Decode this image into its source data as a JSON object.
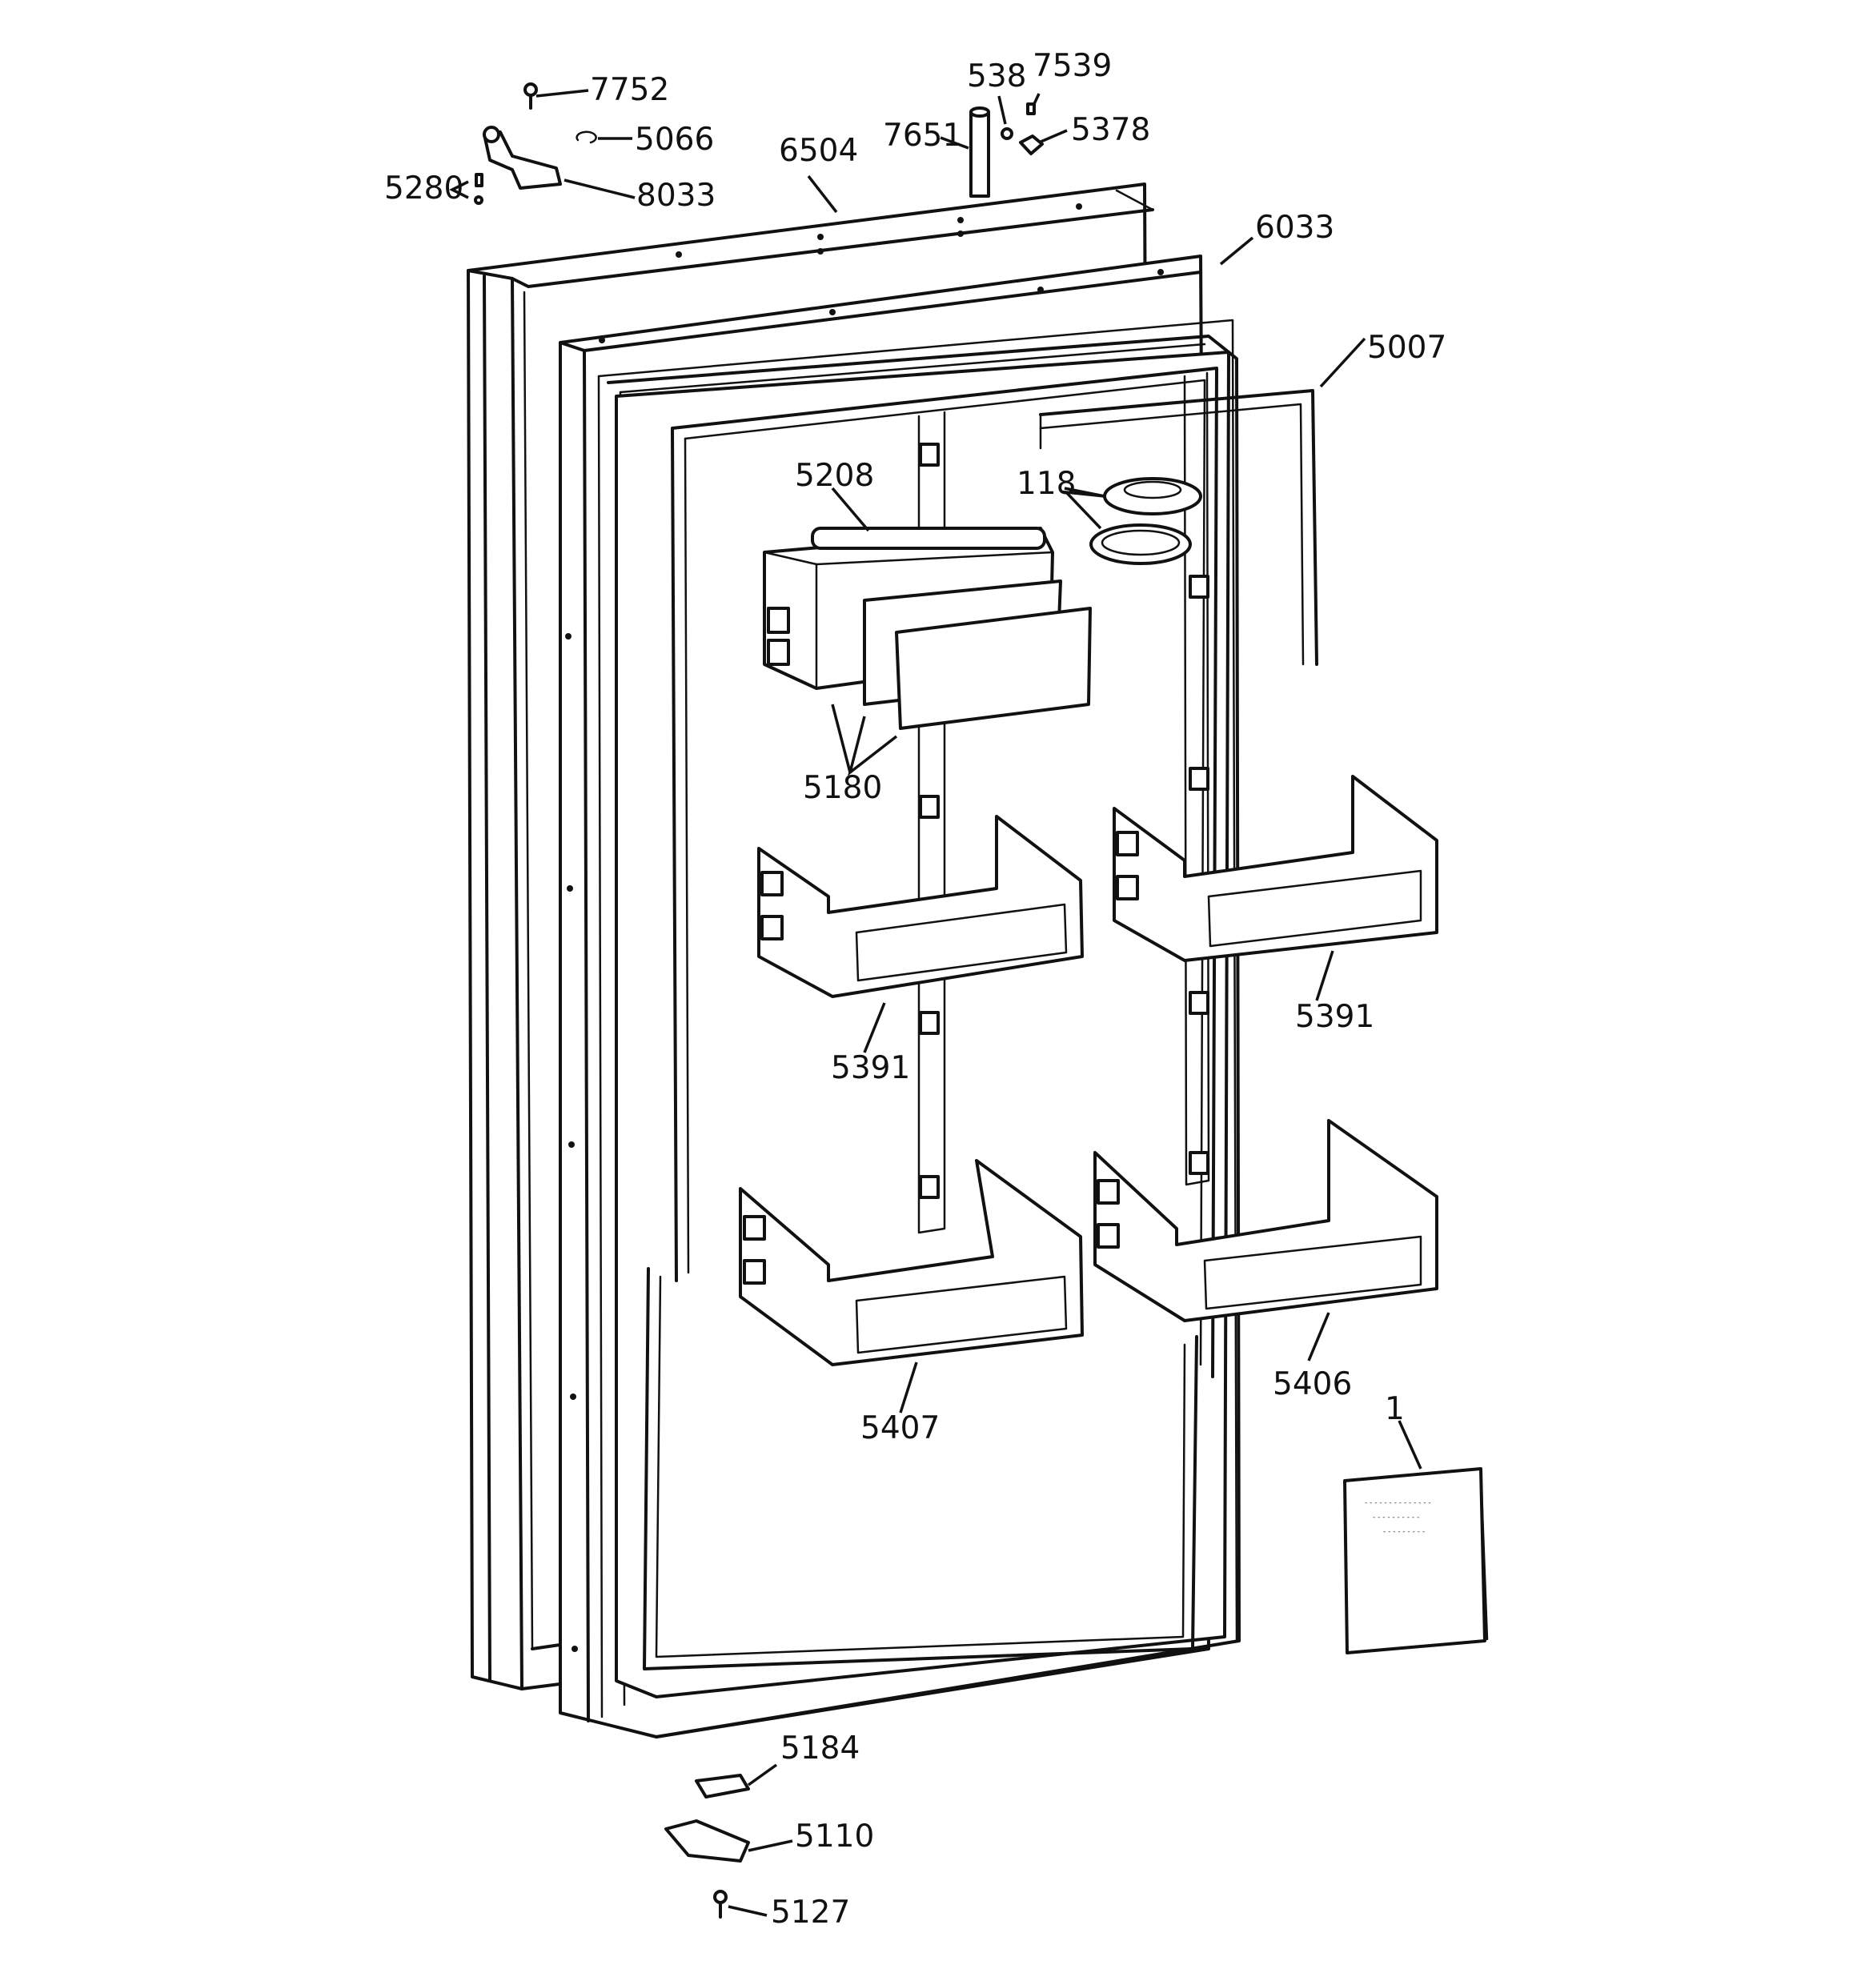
{
  "diagram": {
    "callouts": [
      {
        "id": "c7752",
        "text": "7752"
      },
      {
        "id": "c5066",
        "text": "5066"
      },
      {
        "id": "c5280",
        "text": "5280"
      },
      {
        "id": "c8033",
        "text": "8033"
      },
      {
        "id": "c6504",
        "text": "6504"
      },
      {
        "id": "c7651",
        "text": "7651"
      },
      {
        "id": "c538",
        "text": "538"
      },
      {
        "id": "c7539",
        "text": "7539"
      },
      {
        "id": "c5378",
        "text": "5378"
      },
      {
        "id": "c6033",
        "text": "6033"
      },
      {
        "id": "c5007",
        "text": "5007"
      },
      {
        "id": "c5208",
        "text": "5208"
      },
      {
        "id": "c118",
        "text": "118"
      },
      {
        "id": "c5180",
        "text": "5180"
      },
      {
        "id": "c5391a",
        "text": "5391"
      },
      {
        "id": "c5391b",
        "text": "5391"
      },
      {
        "id": "c5407",
        "text": "5407"
      },
      {
        "id": "c5406",
        "text": "5406"
      },
      {
        "id": "c1",
        "text": "1"
      },
      {
        "id": "c5184",
        "text": "5184"
      },
      {
        "id": "c5110",
        "text": "5110"
      },
      {
        "id": "c5127",
        "text": "5127"
      }
    ]
  }
}
